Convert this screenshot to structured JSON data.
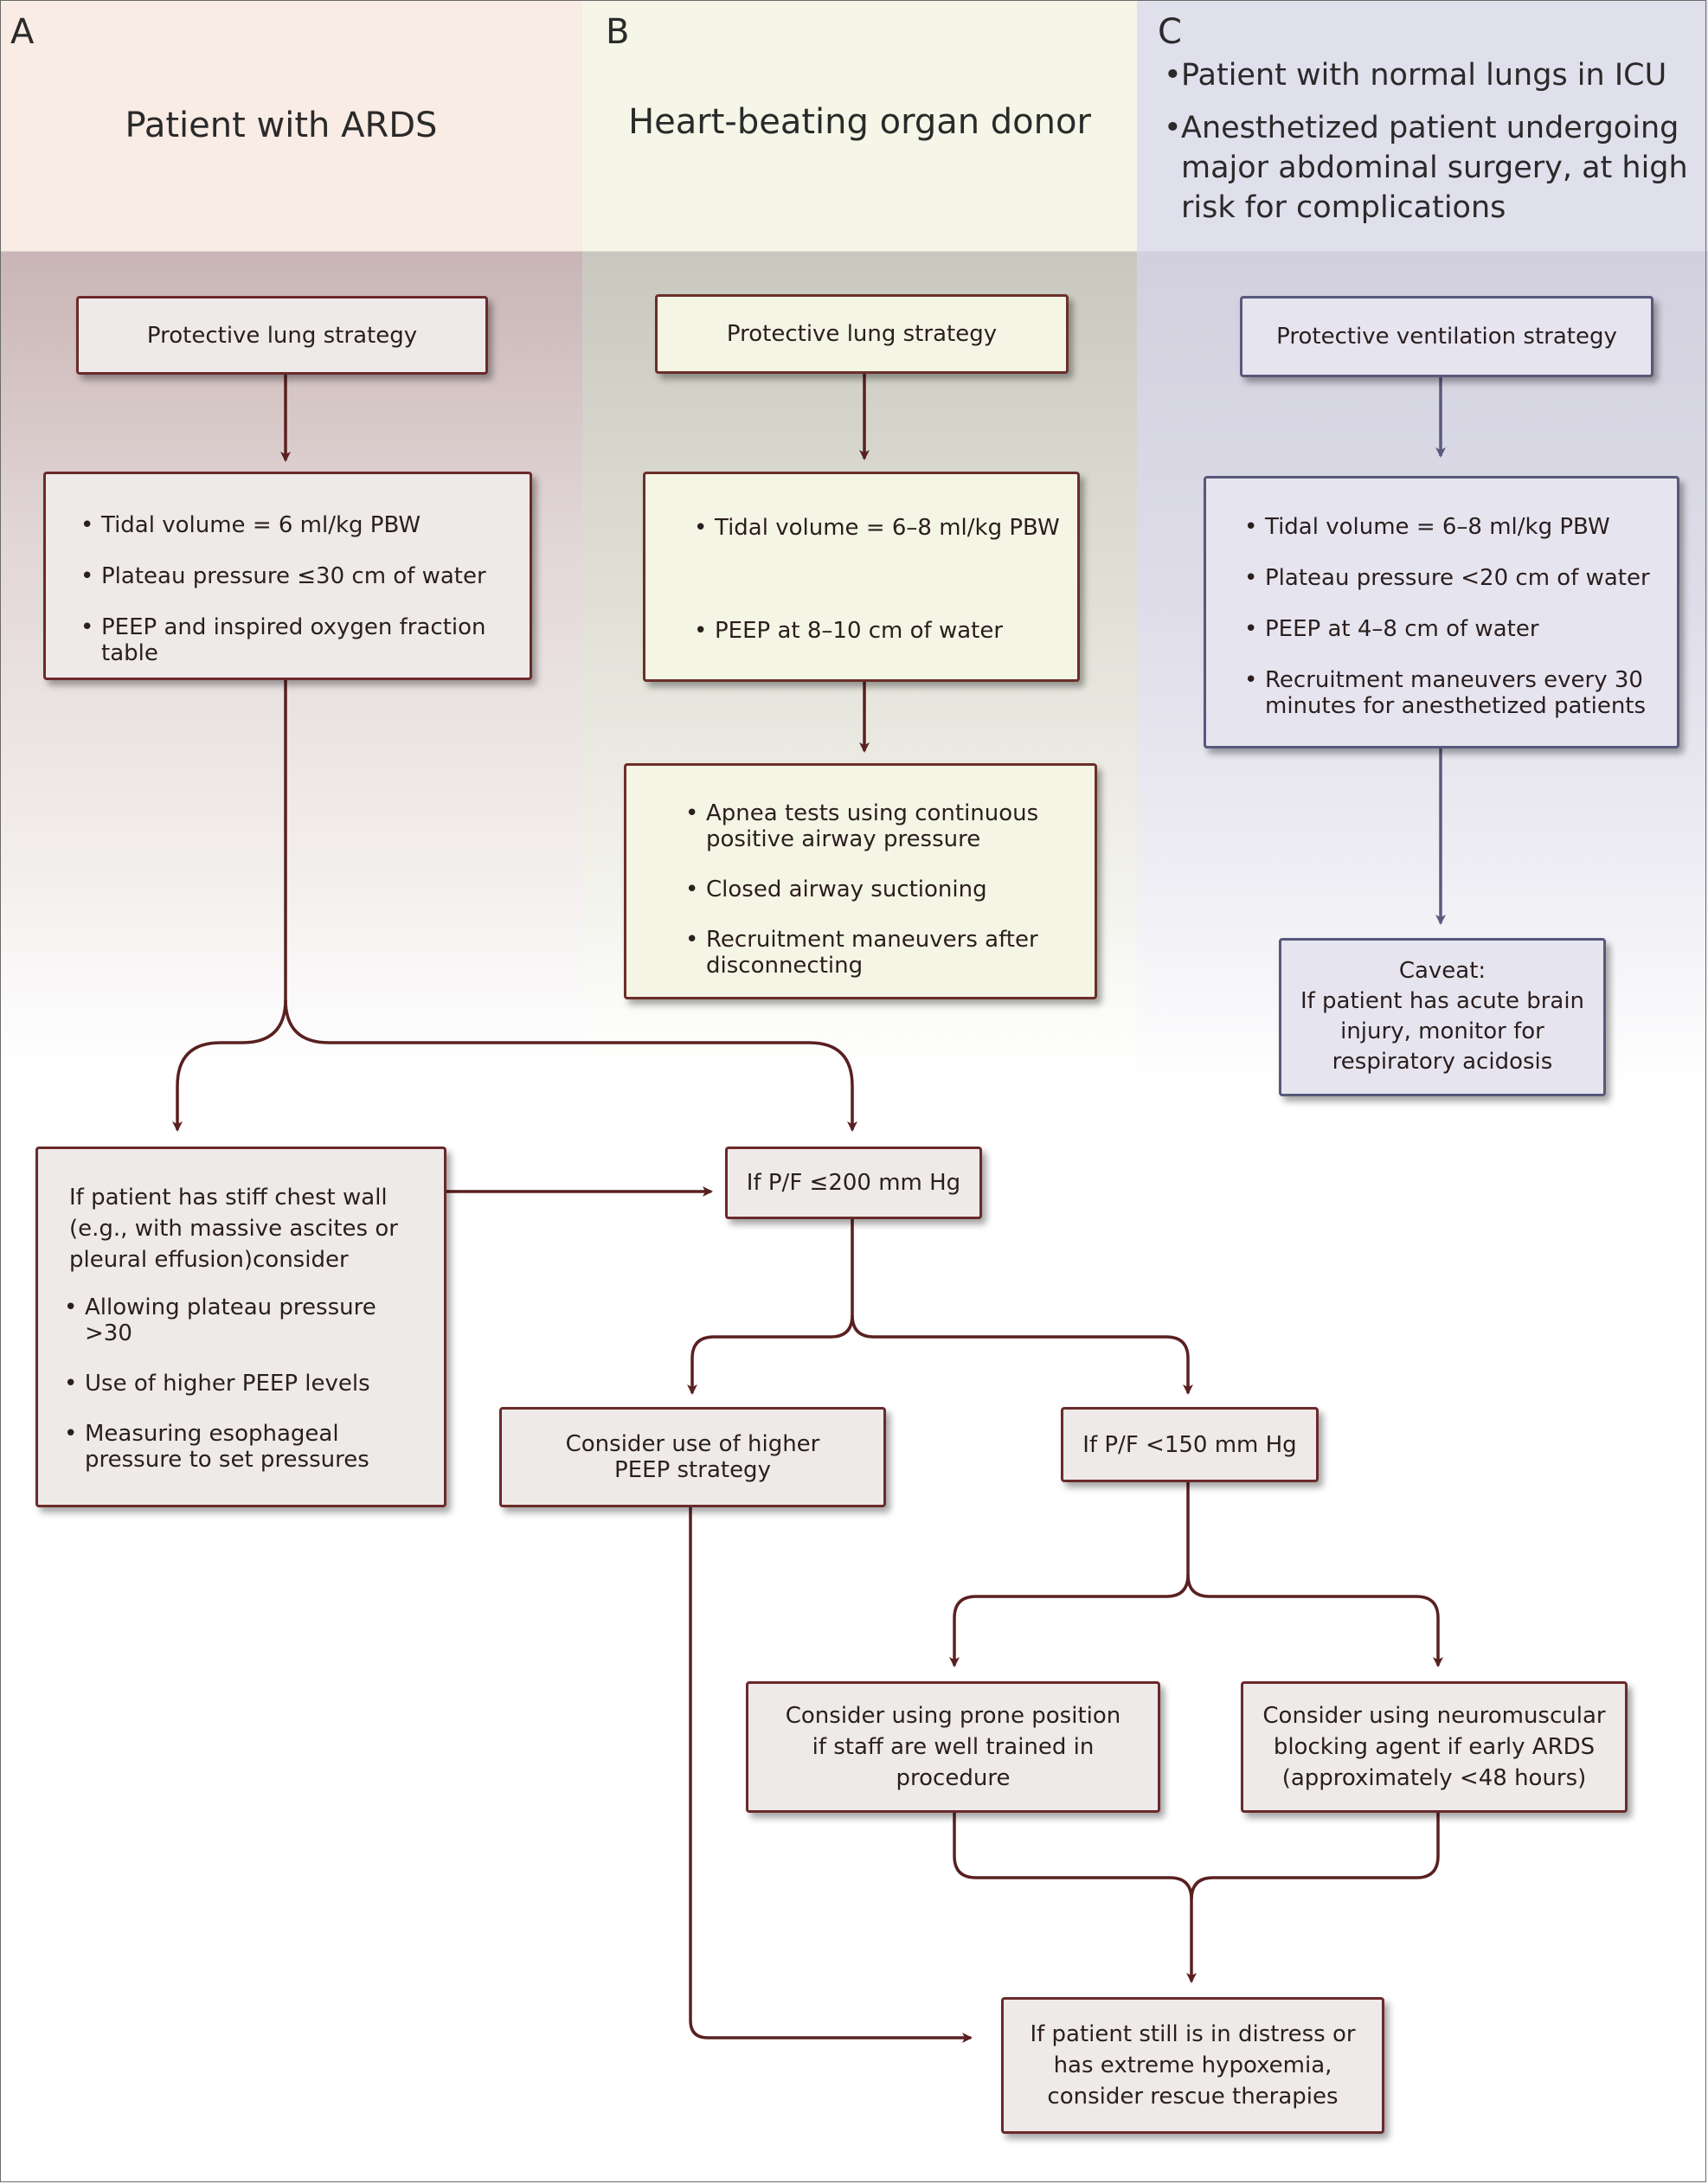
{
  "panels": {
    "a": {
      "letter": "A",
      "title": "Patient with ARDS"
    },
    "b": {
      "letter": "B",
      "title": "Heart-beating organ donor"
    },
    "c": {
      "letter": "C",
      "bullets": [
        "Patient with normal lungs in ICU",
        "Anesthetized patient undergoing major abdominal surgery, at high risk for complications"
      ]
    }
  },
  "boxes": {
    "a_strategy": "Protective lung strategy",
    "a_settings": [
      "Tidal volume = 6 ml/kg PBW",
      "Plateau pressure ≤30 cm of water",
      "PEEP and inspired oxygen fraction table"
    ],
    "b_strategy": "Protective lung strategy",
    "b_settings": [
      "Tidal volume = 6–8 ml/kg PBW",
      "PEEP at 8–10 cm of water"
    ],
    "b_donor": [
      "Apnea tests using continuous positive airway pressure",
      "Closed airway suctioning",
      "Recruitment maneuvers after disconnecting"
    ],
    "c_strategy": "Protective ventilation strategy",
    "c_settings": [
      "Tidal volume = 6–8 ml/kg PBW",
      "Plateau pressure <20 cm of water",
      "PEEP at 4–8 cm of water",
      "Recruitment maneuvers every 30 minutes for anesthetized patients"
    ],
    "c_caveat_title": "Caveat:",
    "c_caveat_text": "If patient has acute brain injury, monitor for respiratory acidosis",
    "stiff_intro": "If patient has stiff chest wall (e.g., with massive ascites or pleural effusion)consider",
    "stiff_items": [
      "Allowing plateau pressure >30",
      "Use of higher PEEP levels",
      "Measuring esophageal pressure to set pressures"
    ],
    "pf200": "If P/F ≤200 mm Hg",
    "higher_peep": "Consider use of higher PEEP strategy",
    "pf150": "If P/F <150 mm Hg",
    "prone": "Consider using prone position if staff are well trained in procedure",
    "nmb": "Consider using neuromuscular blocking agent if early ARDS (approximately <48 hours)",
    "rescue": "If patient still is in distress or has extreme hypoxemia, consider rescue therapies"
  },
  "colors": {
    "arrow_dark": "#5a2020",
    "arrow_c": "#5a5a7e"
  }
}
